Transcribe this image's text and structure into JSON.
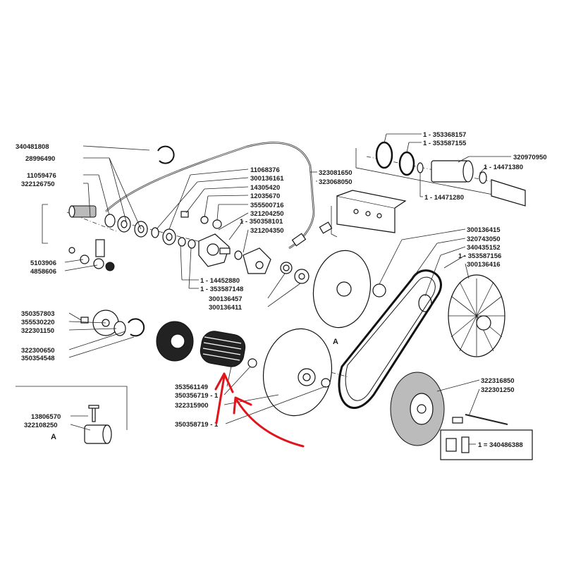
{
  "labels": {
    "l01": "340481808",
    "l02": "28996490",
    "l03": "11059476",
    "l04": "322126750",
    "l05": "5103906",
    "l06": "4858606",
    "l07": "11068376",
    "l08": "300136161",
    "l09": "14305420",
    "l10": "12035670",
    "l11": "355500716",
    "l12": "321204250",
    "l13": "1 - 350358101",
    "l14": "321204350",
    "l15": "1 - 14452880",
    "l16": "1 - 353587148",
    "l17": "300136457",
    "l18": "300136411",
    "l19": "323081650",
    "l20": "323068050",
    "l21": "1 - 353368157",
    "l22": "1 - 353587155",
    "l23": "320970950",
    "l24": "1 - 14471380",
    "l25": "1 - 14471280",
    "l26": "300136415",
    "l27": "320743050",
    "l28": "340435152",
    "l29": "1 - 353587156",
    "l30": "300136416",
    "l31": "350357803",
    "l32": "355530220",
    "l33": "322301150",
    "l34": "322300650",
    "l35": "350354548",
    "l36": "353561149",
    "l37": "350356719 - 1",
    "l38": "322315900",
    "l39": "350358719 - 1",
    "l40": "322316850",
    "l41": "322301250",
    "l42": "1 = 340486388",
    "l43": "13806570",
    "l44": "322108250",
    "l45": "A",
    "l46": "A"
  },
  "colors": {
    "ink": "#1a1a1a",
    "arrow": "#e0141a",
    "paper": "#ffffff"
  }
}
